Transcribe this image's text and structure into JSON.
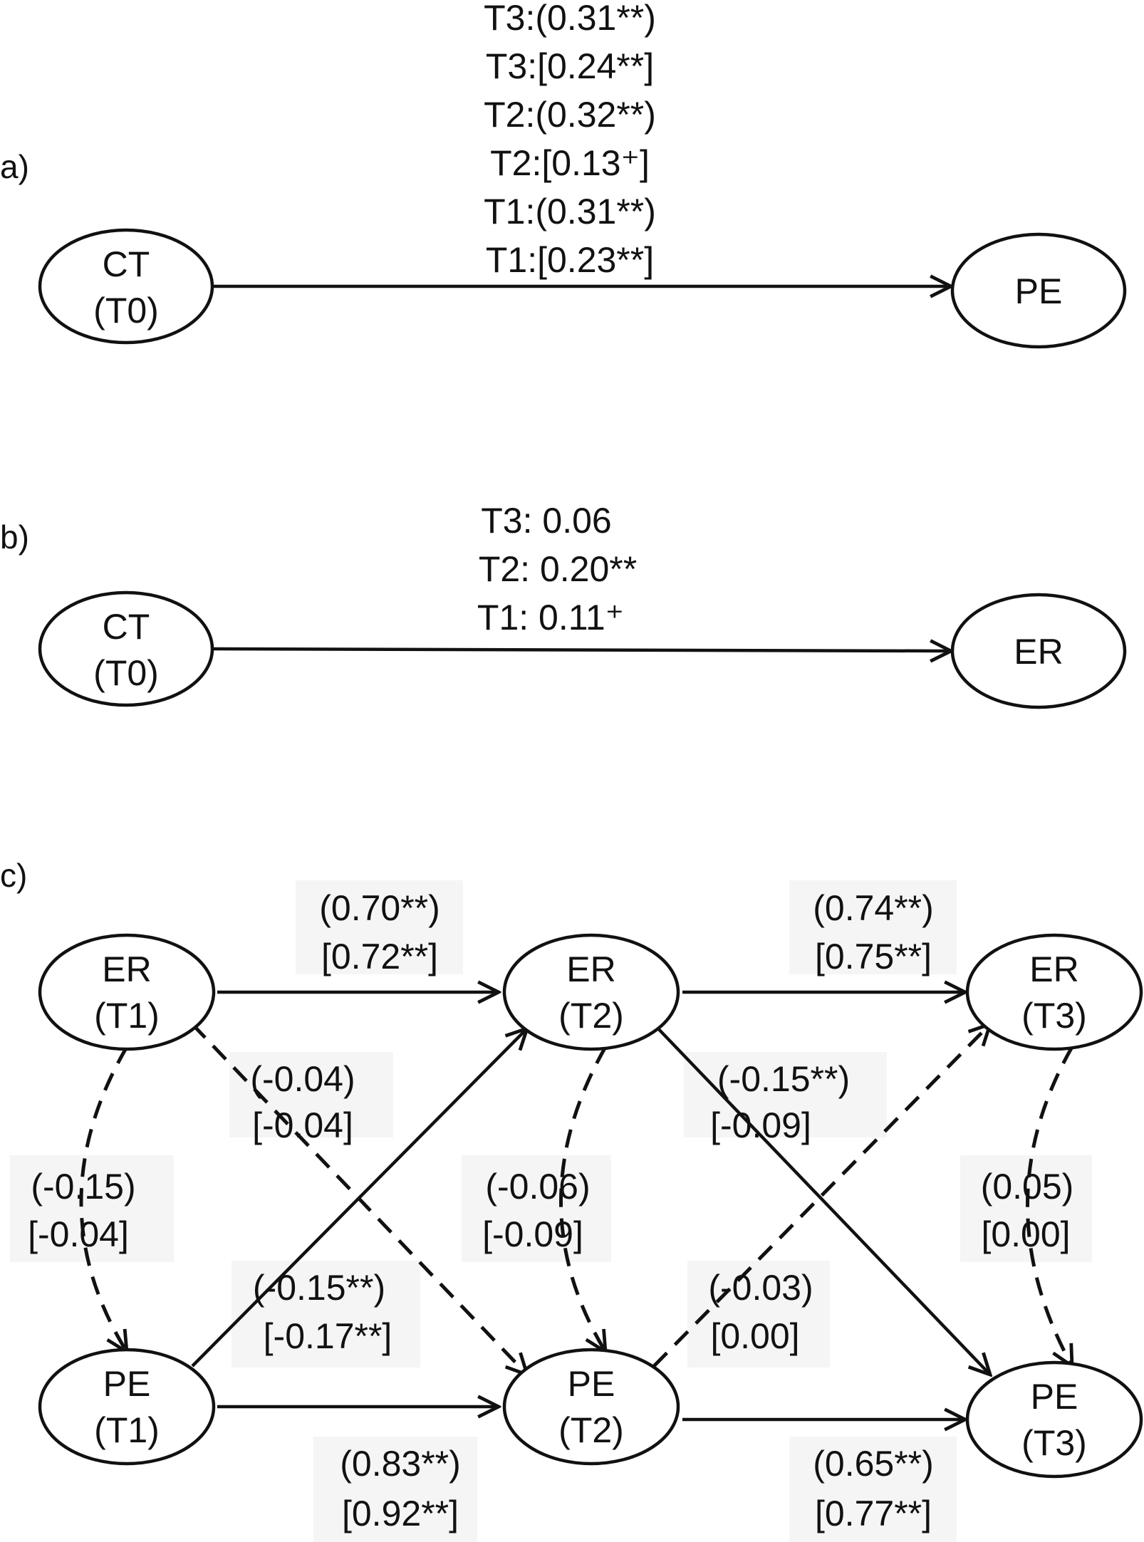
{
  "panels": {
    "a": {
      "label": "a)",
      "source": {
        "line1": "CT",
        "line2": "(T0)"
      },
      "target": {
        "line1": "PE"
      },
      "coefficients": [
        "T3:(0.31**)",
        "T3:[0.24**]",
        "T2:(0.32**)",
        "T2:[0.13⁺]",
        "T1:(0.31**)",
        "T1:[0.23**]"
      ]
    },
    "b": {
      "label": "b)",
      "source": {
        "line1": "CT",
        "line2": "(T0)"
      },
      "target": {
        "line1": "ER"
      },
      "coefficients": [
        "T3: 0.06",
        "T2: 0.20**",
        "T1: 0.11⁺"
      ]
    },
    "c": {
      "label": "c)",
      "nodes": {
        "er_t1": {
          "line1": "ER",
          "line2": "(T1)"
        },
        "er_t2": {
          "line1": "ER",
          "line2": "(T2)"
        },
        "er_t3": {
          "line1": "ER",
          "line2": "(T3)"
        },
        "pe_t1": {
          "line1": "PE",
          "line2": "(T1)"
        },
        "pe_t2": {
          "line1": "PE",
          "line2": "(T2)"
        },
        "pe_t3": {
          "line1": "PE",
          "line2": "(T3)"
        }
      },
      "edges": {
        "er_t1_er_t2": {
          "line1": "(0.70**)",
          "line2": "[0.72**]"
        },
        "er_t2_er_t3": {
          "line1": "(0.74**)",
          "line2": "[0.75**]"
        },
        "pe_t1_pe_t2": {
          "line1": "(0.83**)",
          "line2": "[0.92**]"
        },
        "pe_t2_pe_t3": {
          "line1": "(0.65**)",
          "line2": "[0.77**]"
        },
        "er_t1_pe_t2": {
          "line1": "(-0.04)",
          "line2": "[-0.04]"
        },
        "pe_t1_er_t2": {
          "line1": "(-0.15**)",
          "line2": "[-0.17**]"
        },
        "er_t2_pe_t3": {
          "line1": "(-0.15**)",
          "line2": "[-0.09]"
        },
        "pe_t2_er_t3": {
          "line1": "(-0.03)",
          "line2": "[0.00]"
        },
        "cov_t1": {
          "line1": "(-0.15)",
          "line2": "[-0.04]"
        },
        "cov_t2": {
          "line1": "(-0.06)",
          "line2": "[-0.09]"
        },
        "cov_t3": {
          "line1": "(0.05)",
          "line2": "[0.00]"
        }
      }
    }
  }
}
